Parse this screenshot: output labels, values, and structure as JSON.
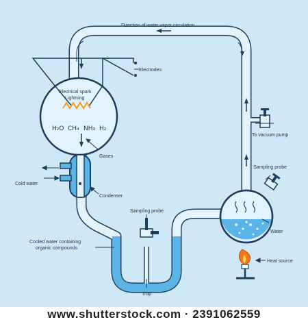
{
  "labels": {
    "direction": "Direction of water vapor circulation",
    "electrodes": "Electrodes",
    "spark_line1": "Electrical spark",
    "spark_line2": "Lightning",
    "formula_h2o": "H₂O",
    "formula_ch4": "CH₄",
    "formula_nh3": "NH₃",
    "formula_h2": "H₂",
    "gases": "Gases",
    "cold_water": "Cold water",
    "condenser": "Condenser",
    "vacuum_pump": "To vacuum pump",
    "sampling_probe_right": "Sampling probe",
    "sampling_probe_trap": "Sampling probe",
    "water": "Water",
    "cooled_line1": "Cooled water containing",
    "cooled_line2": "organic compounds",
    "heat_source": "Heat source",
    "trap": "Trap",
    "plus": "+",
    "minus": "-"
  },
  "watermark": "www.shutterstock.com · 2391062559",
  "colors": {
    "background": "#cfe8f5",
    "outline": "#1f3d5c",
    "glass": "#e3f3fb",
    "water": "#5ab4e6",
    "spark": "#f0a020",
    "flame": "#f07a1a"
  }
}
